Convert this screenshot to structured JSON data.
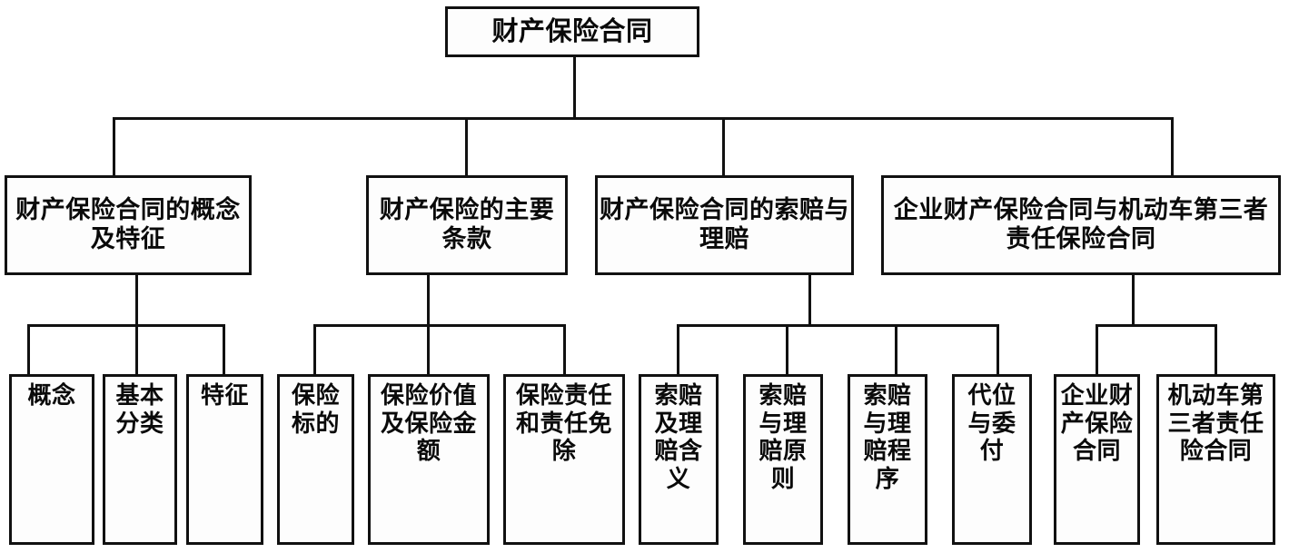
{
  "diagram": {
    "title": "财产保险合同",
    "type": "organization-tree",
    "orientation": "top-down",
    "line_color": "#111111",
    "box_fill": "#fdfdfd",
    "root": {
      "label": "财产保险合同"
    },
    "branches": [
      {
        "label": "财产保险合同的概念及特征",
        "leaves": [
          {
            "label": "概念"
          },
          {
            "label": "基本分类"
          },
          {
            "label": "特征"
          }
        ]
      },
      {
        "label": "财产保险的主要条款",
        "leaves": [
          {
            "label": "保险标的"
          },
          {
            "label": "保险价值及保险金额"
          },
          {
            "label": "保险责任和责任免除"
          }
        ]
      },
      {
        "label": "财产保险合同的索赔与理赔",
        "leaves": [
          {
            "label": "索赔及理赔含义"
          },
          {
            "label": "索赔与理赔原则"
          },
          {
            "label": "索赔与理赔程序"
          },
          {
            "label": "代位与委付"
          }
        ]
      },
      {
        "label": "企业财产保险合同与机动车第三者责任保险合同",
        "leaves": [
          {
            "label": "企业财产保险合同"
          },
          {
            "label": "机动车第三者责任险合同"
          }
        ]
      }
    ]
  }
}
